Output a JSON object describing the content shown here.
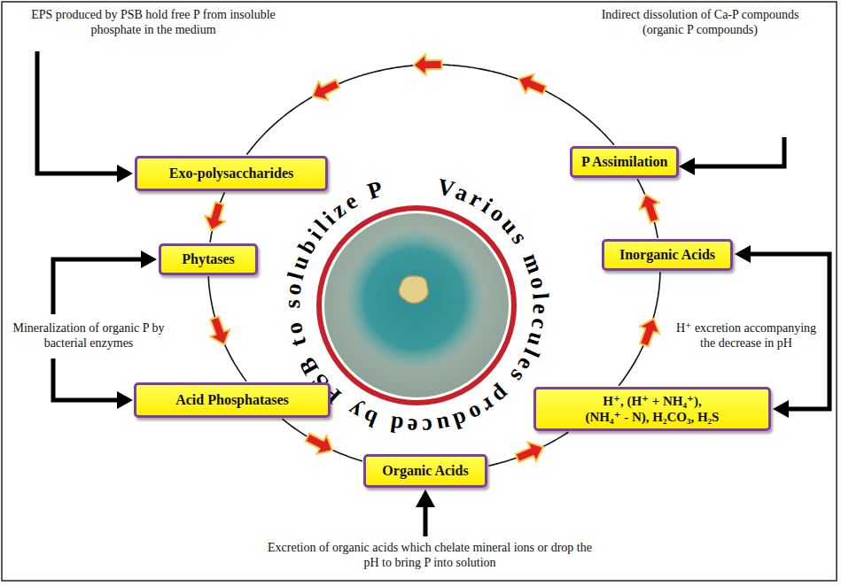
{
  "diagram": {
    "title": "Various molecules produced by PSB to solubilize P",
    "nodes": [
      {
        "text": [
          "Exo-polysaccharides"
        ]
      },
      {
        "text": [
          "P Assimilation"
        ]
      },
      {
        "text": [
          "Phytases"
        ]
      },
      {
        "text": [
          "Inorganic Acids"
        ]
      },
      {
        "text": [
          "Acid Phosphatases"
        ]
      },
      {
        "text": [
          "H⁺, (H⁺ + NH₄⁺), (NH₄⁺ - N), H₂CO₃, H₂S"
        ]
      },
      {
        "text": [
          "Organic Acids"
        ]
      }
    ],
    "edges": [
      {
        "from": 0,
        "to": 2,
        "arrow": "to"
      },
      {
        "from": 2,
        "to": 4,
        "arrow": "to"
      },
      {
        "from": 4,
        "to": 6,
        "arrow": "to"
      },
      {
        "from": 6,
        "to": 5,
        "arrow": "to"
      },
      {
        "from": 5,
        "to": 3,
        "arrow": "to"
      },
      {
        "from": 3,
        "to": 1,
        "arrow": "to"
      },
      {
        "from": 1,
        "to": 0,
        "arrow": "to"
      }
    ],
    "labels": [
      "EPS produced by PSB hold free P from insoluble phosphate in the medium",
      "Indirect dissolution of Ca-P compounds (organic P compounds)",
      "Mineralization of organic P by bacterial enzymes",
      "H⁺ excretion accompanying the decrease in pH",
      "Excretion of organic acids which chelate mineral ions or drop the pH to bring P into solution"
    ]
  }
}
